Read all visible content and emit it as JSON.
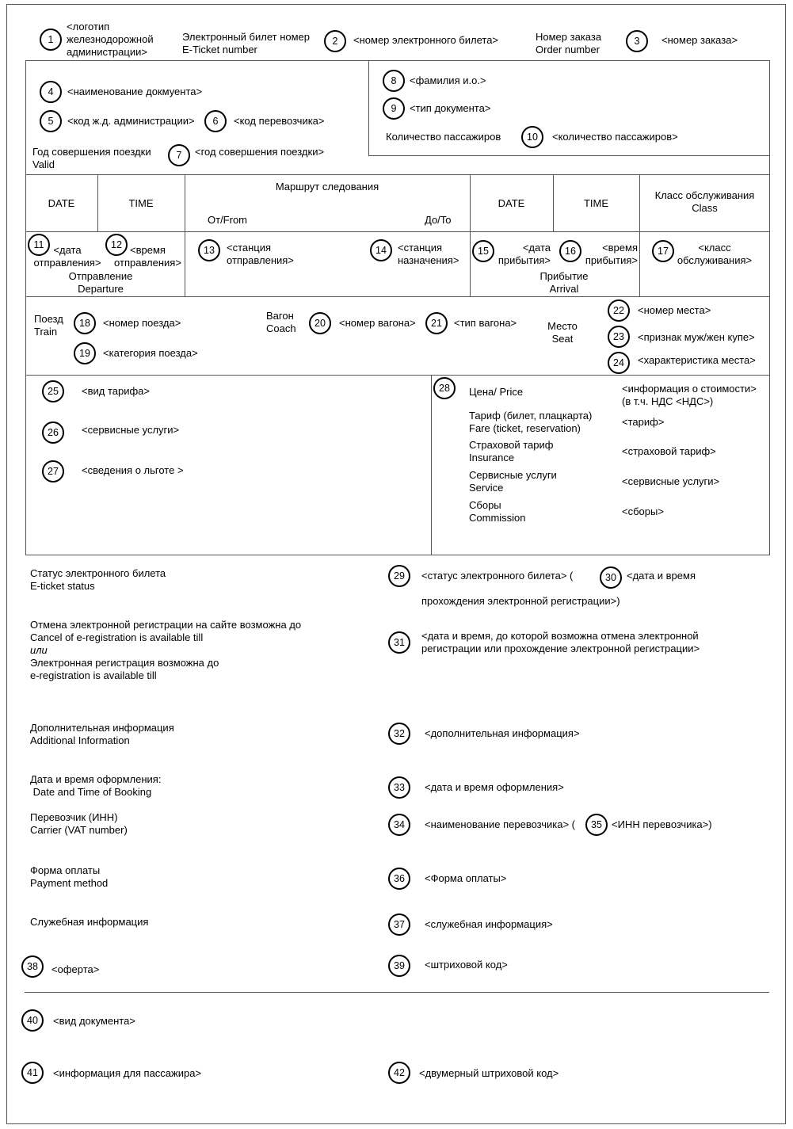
{
  "header": {
    "logo": {
      "n": "1",
      "label": "<логотип\nжелезнодорожной\nадминистрации>"
    },
    "ticket_label": "Электронный билет номер\nE-Ticket number",
    "ticket": {
      "n": "2",
      "label": "<номер электронного билета>"
    },
    "order_label": "Номер заказа\nOrder number",
    "order": {
      "n": "3",
      "label": "<номер заказа>"
    }
  },
  "block1": {
    "doc_name": {
      "n": "4",
      "label": "<наименование докмуента>"
    },
    "rail_code": {
      "n": "5",
      "label": "<код ж.д. администрации>"
    },
    "carrier_code": {
      "n": "6",
      "label": "<код перевозчика>"
    },
    "trip_year_label": "Год совершения поездки\nValid",
    "trip_year": {
      "n": "7",
      "label": "<год совершения поездки>"
    },
    "fio": {
      "n": "8",
      "label": "<фамилия и.о.>"
    },
    "doc_type": {
      "n": "9",
      "label": "<тип документа>"
    },
    "pax_count_label": "Количество пассажиров",
    "pax_count": {
      "n": "10",
      "label": "<количество пассажиров>"
    }
  },
  "route": {
    "date_hdr": "DATE",
    "time_hdr": "TIME",
    "route_hdr": "Маршрут следования",
    "from_hdr": "От/From",
    "to_hdr": "До/To",
    "arr_date_hdr": "DATE",
    "arr_time_hdr": "TIME",
    "class_hdr": "Класс обслуживания\nClass",
    "dep_date": {
      "n": "11",
      "label": "<дата\nотправления>"
    },
    "dep_time": {
      "n": "12",
      "label": "<время\nотправления>"
    },
    "departure_label": "Отправление\nDeparture",
    "from_station": {
      "n": "13",
      "label": "<станция\nотправления>"
    },
    "to_station": {
      "n": "14",
      "label": "<станция\nназначения>"
    },
    "arr_date": {
      "n": "15",
      "label": "<дата\nприбытия>"
    },
    "arr_time": {
      "n": "16",
      "label": "<время\nприбытия>"
    },
    "arrival_label": "Прибытие\nArrival",
    "class": {
      "n": "17",
      "label": "<класс\nобслуживания>"
    }
  },
  "train": {
    "train_label": "Поезд\nTrain",
    "train_no": {
      "n": "18",
      "label": "<номер поезда>"
    },
    "train_cat": {
      "n": "19",
      "label": "<категория поезда>"
    },
    "coach_label": "Вагон\nCoach",
    "coach_no": {
      "n": "20",
      "label": "<номер вагона>"
    },
    "coach_type": {
      "n": "21",
      "label": "<тип вагона>"
    },
    "seat_label": "Место\nSeat",
    "seat_no": {
      "n": "22",
      "label": "<номер места>"
    },
    "compartment": {
      "n": "23",
      "label": "<признак муж/жен купе>"
    },
    "seat_char": {
      "n": "24",
      "label": "<характеристика места>"
    }
  },
  "tariff": {
    "fare_type": {
      "n": "25",
      "label": "<вид тарифа>"
    },
    "services": {
      "n": "26",
      "label": "<сервисные услуги>"
    },
    "benefit": {
      "n": "27",
      "label": "<сведения о льготе >"
    },
    "price_n": "28",
    "price_label": "Цена/ Price",
    "price_value": "<информация о стоимости>\n(в т.ч. НДС <НДС>)",
    "fare_label": "Тариф (билет, плацкарта)\nFare (ticket, reservation)",
    "fare_value": "<тариф>",
    "insurance_label": "Страховой тариф\nInsurance",
    "insurance_value": "<страховой тариф>",
    "service_label": "Сервисные услуги\nService",
    "service_value": "<сервисные услуги>",
    "commission_label": "Сборы\nCommission",
    "commission_value": "<сборы>"
  },
  "status": {
    "label": "Статус электронного билета\nE-ticket status",
    "n": "29",
    "value_part1": "<статус электронного билета> (",
    "n2": "30",
    "value_part2": "<дата и время",
    "value_part3": "прохождения электронной регистрации>)"
  },
  "cancel": {
    "line1": "Отмена электронной регистрации на сайте возможна до",
    "line2": "Cancel of e-registration is available till",
    "or": "или",
    "line3": "Электронная регистрация возможна до",
    "line4": "e-registration is available till",
    "n": "31",
    "value": "<дата и время, до которой возможна отмена электронной\nрегистрации или прохождение электронной регистрации>"
  },
  "additional": {
    "label": "Дополнительная информация\nAdditional Information",
    "n": "32",
    "value": "<дополнительная информация>"
  },
  "booking": {
    "label": "Дата и время оформления:\n Date and Time of Booking",
    "n": "33",
    "value": "<дата и время оформления>"
  },
  "carrier": {
    "label": "Перевозчик (ИНН)\nCarrier (VAT number)",
    "n": "34",
    "value": "<наименование перевозчика> (",
    "n2": "35",
    "value2": "<ИНН перевозчика>)"
  },
  "payment": {
    "label": "Форма оплаты\nPayment method",
    "n": "36",
    "value": "<Форма оплаты>"
  },
  "service_info": {
    "label": "Служебная информация",
    "n": "37",
    "value": "<служебная информация>"
  },
  "offer": {
    "n": "38",
    "label": "<оферта>"
  },
  "barcode": {
    "n": "39",
    "label": "<штриховой код>"
  },
  "doc_kind": {
    "n": "40",
    "label": "<вид документа>"
  },
  "pax_info": {
    "n": "41",
    "label": "<информация для пассажира>"
  },
  "barcode2d": {
    "n": "42",
    "label": "<двумерный штриховой код>"
  }
}
